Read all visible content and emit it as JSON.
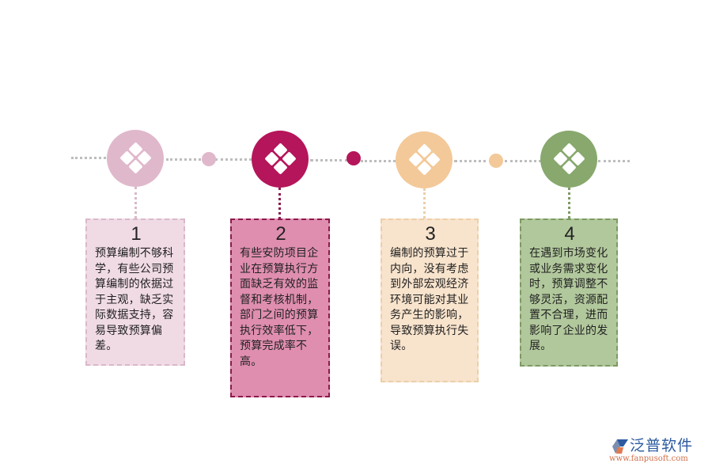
{
  "steps": [
    {
      "number": "1",
      "text": "预算编制不够科学，有些公司预算编制的依据过于主观，缺乏实际数据支持，容易导致预算偏差。",
      "circle_color": "#e0b8cb",
      "card_bg": "#f0dbe5",
      "card_border": "#d9b8c8",
      "icon": "diamond-cluster-icon"
    },
    {
      "number": "2",
      "text": "有些安防项目企业在预算执行方面缺乏有效的监督和考核机制，部门之间的预算执行效率低下，预算完成率不高。",
      "circle_color": "#b5155a",
      "card_bg": "#df8eaf",
      "card_border": "#8c1a4d",
      "icon": "diamond-cluster-icon"
    },
    {
      "number": "3",
      "text": "编制的预算过于内向，没有考虑到外部宏观经济环境可能对其业务产生的影响，导致预算执行失误。",
      "circle_color": "#f3c999",
      "card_bg": "#f8e3cc",
      "card_border": "#eccfa8",
      "icon": "diamond-cluster-icon"
    },
    {
      "number": "4",
      "text": "在遇到市场变化或业务需求变化时，预算调整不够灵活，资源配置不合理，进而影响了企业的发展。",
      "circle_color": "#88a86d",
      "card_bg": "#b1c89c",
      "card_border": "#7d9a63",
      "icon": "diamond-cluster-icon"
    }
  ],
  "connector_dots": [
    {
      "color": "#e0b8cb"
    },
    {
      "color": "#b5155a"
    },
    {
      "color": "#f3c999"
    }
  ],
  "logo": {
    "brand": "泛普软件",
    "url": "www.fanpusoft.com"
  }
}
